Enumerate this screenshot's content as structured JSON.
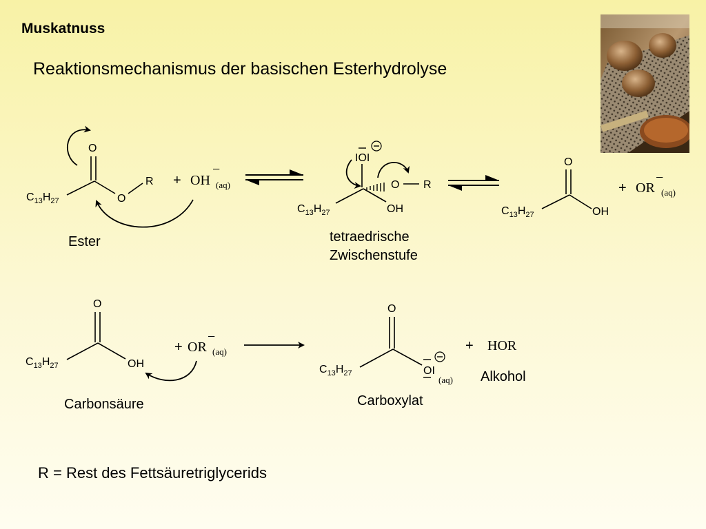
{
  "slide": {
    "label": "Muskatnuss",
    "title": "Reaktionsmechanismus der basischen Esterhydrolyse",
    "footnote": "R = Rest des Fettsäuretriglycerids",
    "background_top": "#f8f2a6",
    "background_bottom": "#fffdf0",
    "photo_subject": "nutmeg-grater-photo"
  },
  "atoms": {
    "oxygen": "O",
    "hydroxyl": "OH",
    "rest": "R",
    "chain_c": "C",
    "chain_c_count": "13",
    "chain_h": "H",
    "chain_h_count": "27",
    "plus": "+",
    "minus": "−",
    "lone_pair_o": "IOI",
    "lone_pair_o_right": "OI"
  },
  "ions": {
    "hydroxide": "OH",
    "alkoxide": "OR",
    "alcohol": "HOR",
    "aq": "(aq)"
  },
  "labels": {
    "ester": "Ester",
    "intermediate_line1": "tetraedrische",
    "intermediate_line2": "Zwischenstufe",
    "carboxylic_acid": "Carbonsäure",
    "carboxylate": "Carboxylat",
    "alcohol": "Alkohol"
  }
}
